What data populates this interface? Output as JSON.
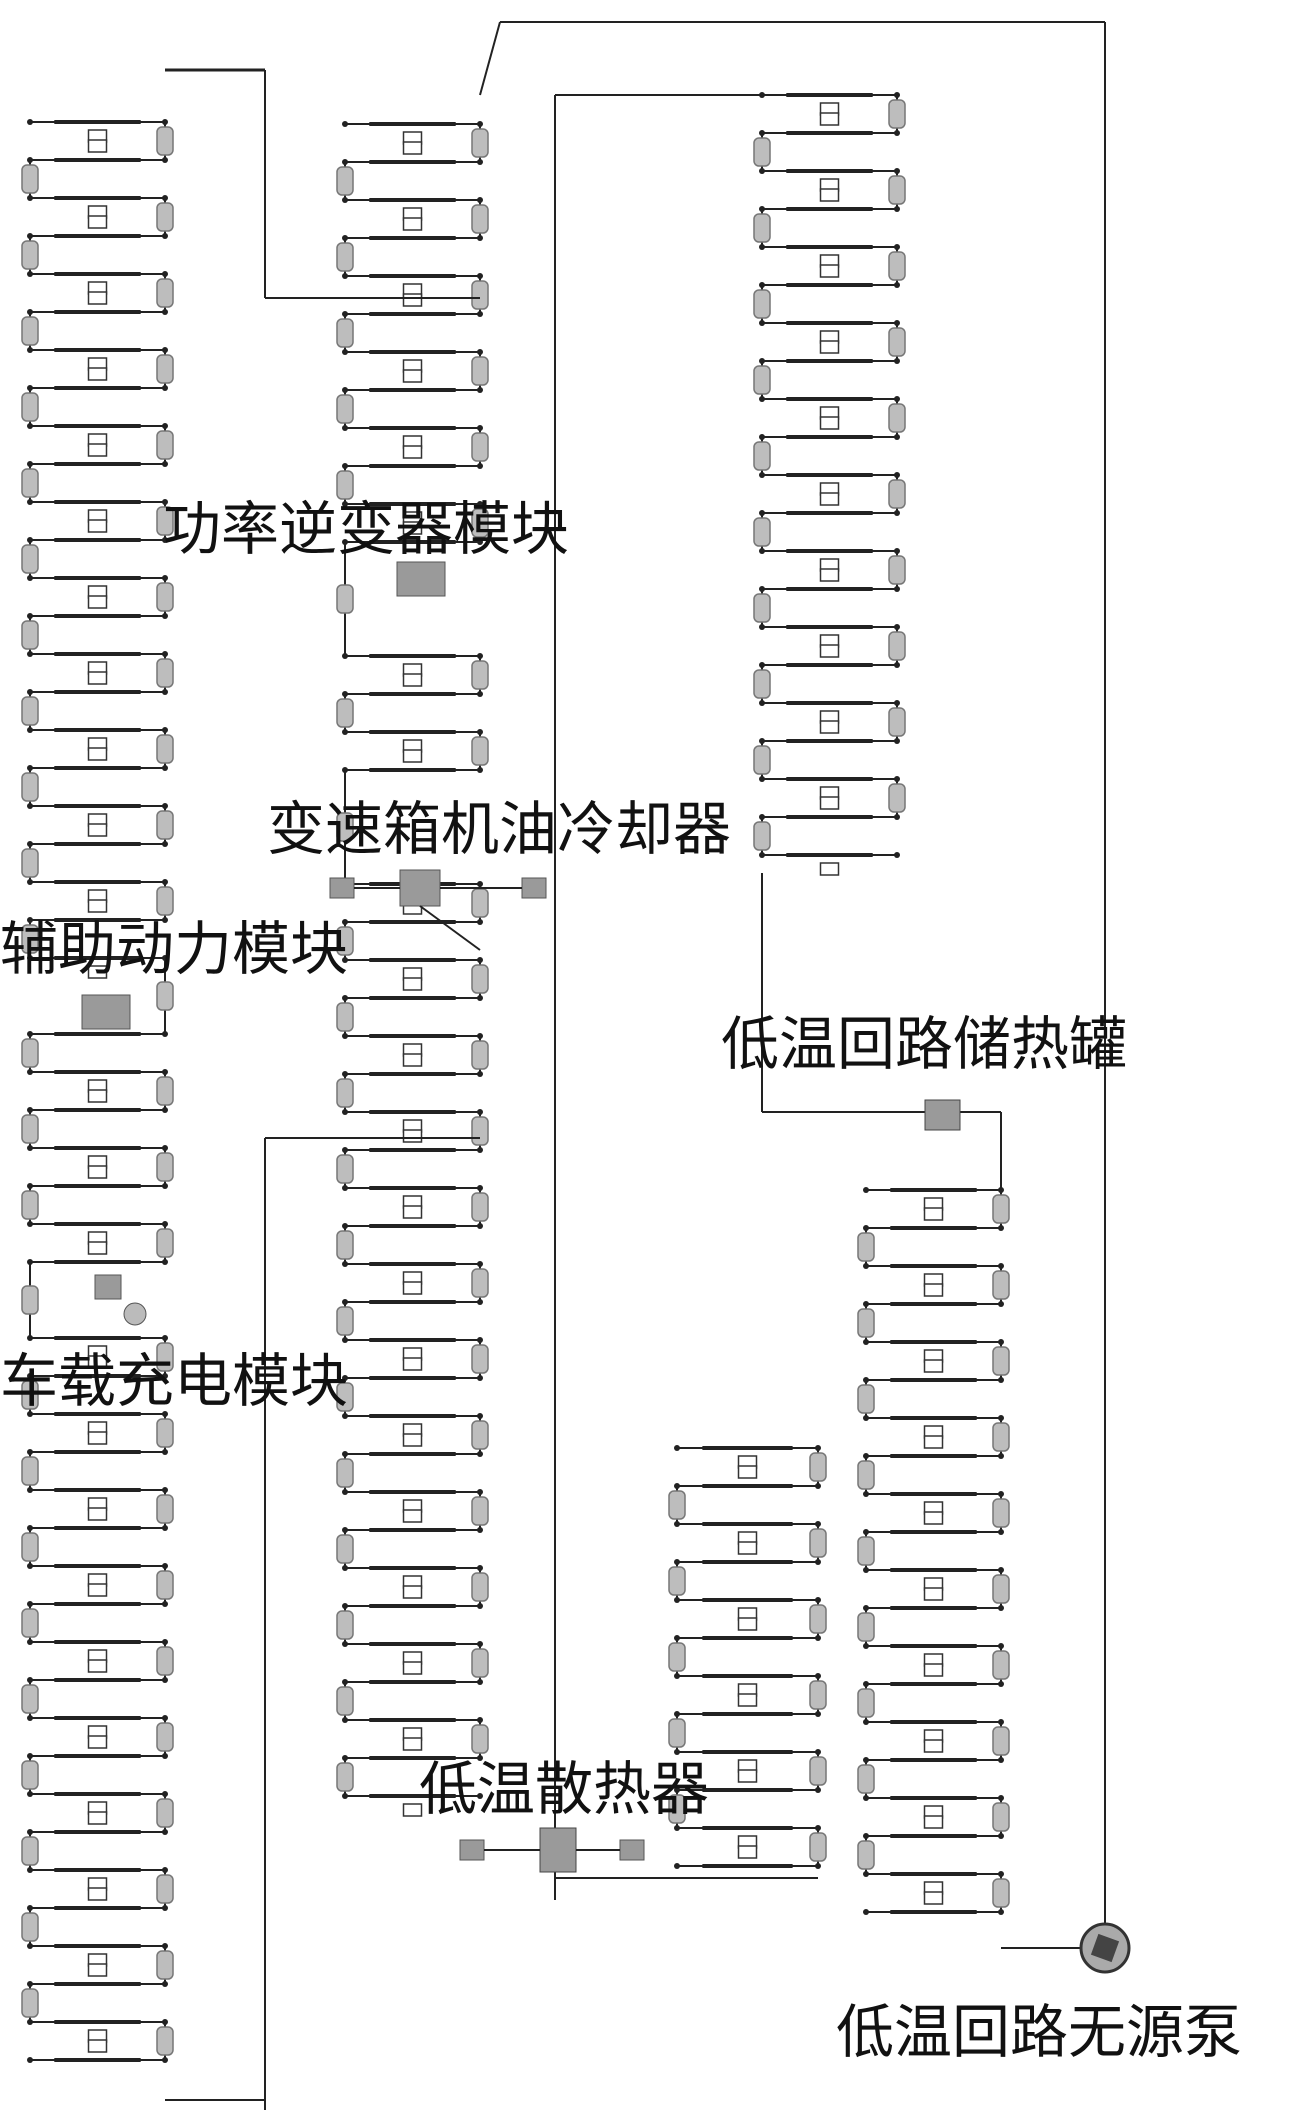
{
  "labels": {
    "inverter": "功率逆变器模块",
    "gearbox_oil_cooler": "变速箱机油冷却器",
    "auxiliary_power": "辅助动力模块",
    "storage_tank": "低温回路储热罐",
    "onboard_charger": "车载充电模块",
    "radiator": "低温散热器",
    "passive_pump": "低温回路无源泵"
  },
  "colors": {
    "pipe": "#222222",
    "component": "#9a9a9a",
    "background": "#ffffff"
  }
}
